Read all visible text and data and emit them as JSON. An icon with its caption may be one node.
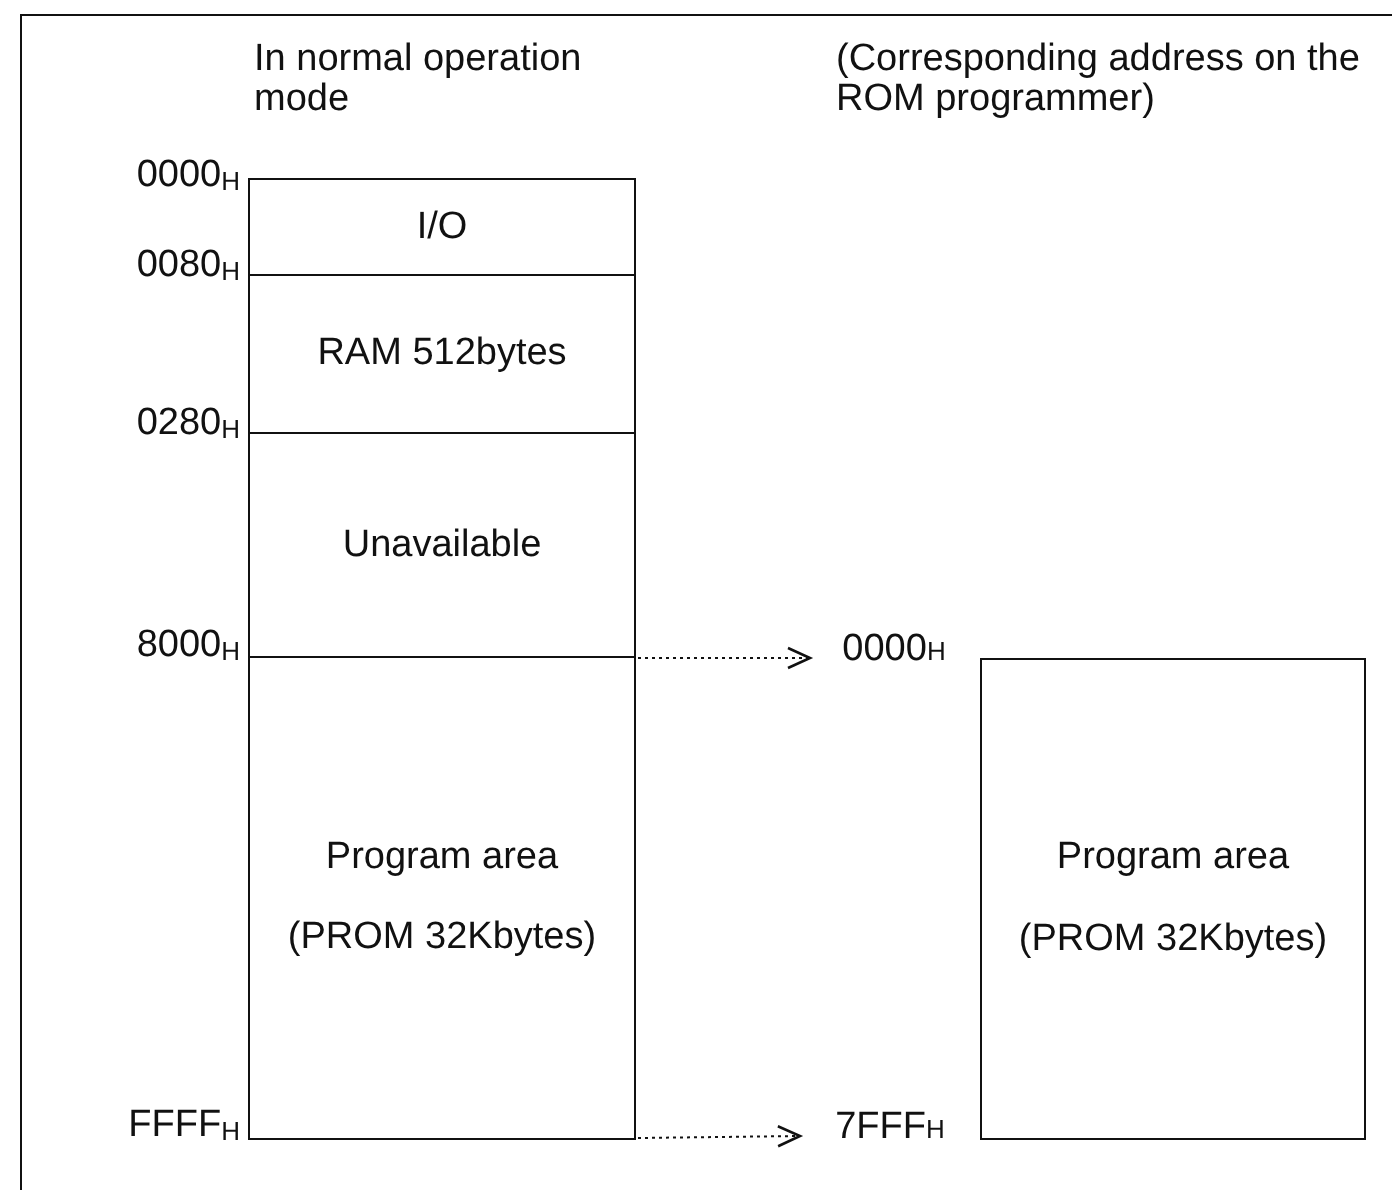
{
  "diagram": {
    "nodes": [
      {
        "text": [
          "I/O"
        ]
      },
      {
        "text": [
          "RAM 512bytes"
        ]
      },
      {
        "text": [
          "Unavailable"
        ]
      },
      {
        "text": [
          "Program area",
          "(PROM 32Kbytes)"
        ]
      },
      {
        "text": [
          "Program area",
          "(PROM 32Kbytes)"
        ]
      },
      {
        "text": [
          "0000$_{H}$"
        ]
      },
      {
        "text": [
          "7FFF$_{H}$"
        ]
      }
    ],
    "edges": [
      {
        "from": 3,
        "to": 5,
        "arrow": "to",
        "style": "dashed"
      },
      {
        "from": 3,
        "to": 6,
        "arrow": "to",
        "style": "dashed"
      }
    ],
    "labels": [
      "In normal operation mode",
      "(Corresponding address on the ROM programmer)",
      "0000$_{H}$",
      "0080$_{H}$",
      "0280$_{H}$",
      "8000$_{H}$",
      "FFFF$_{H}$"
    ]
  }
}
